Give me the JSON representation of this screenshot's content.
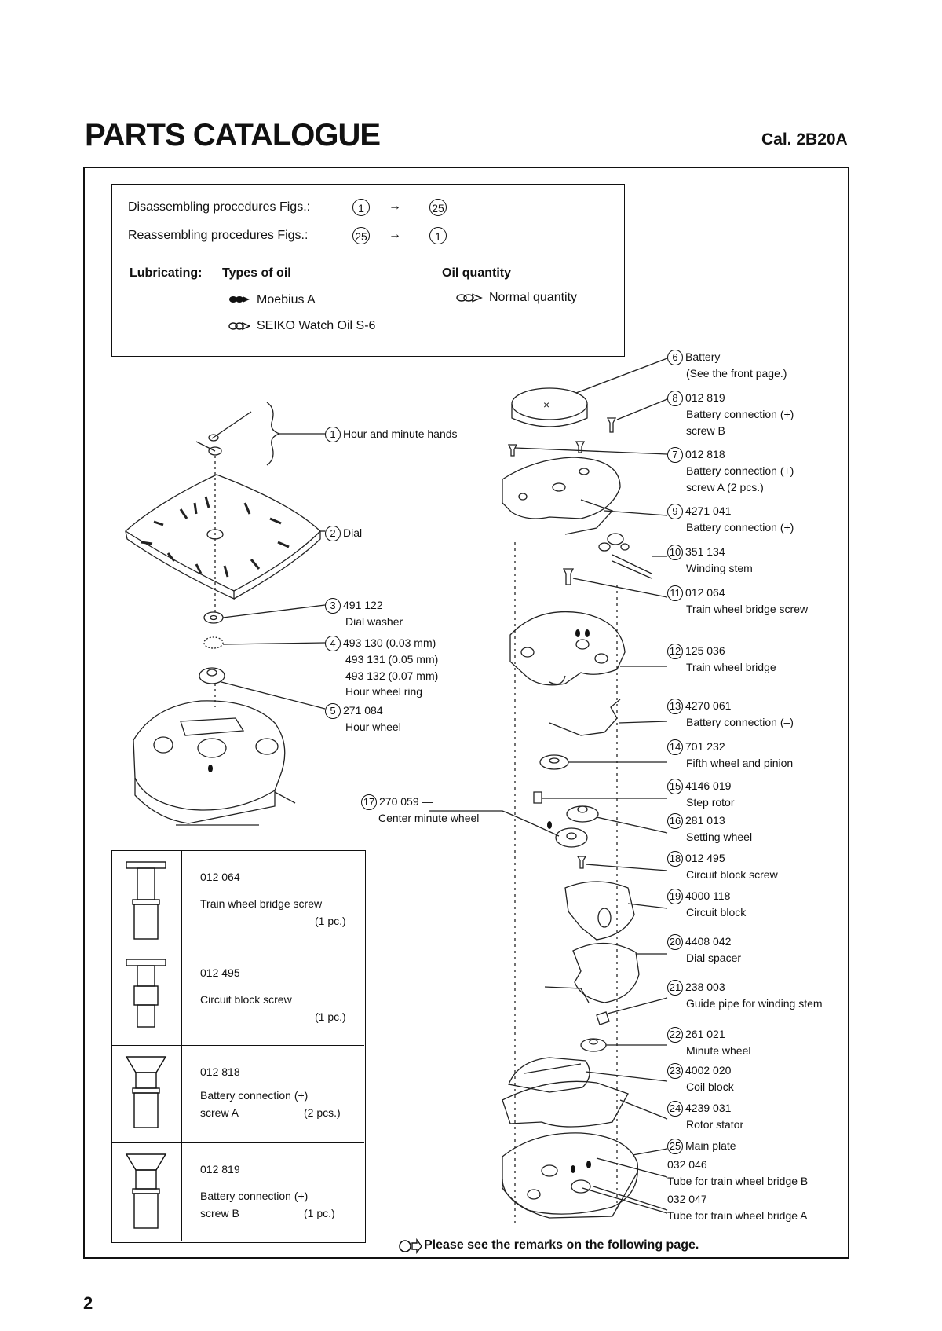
{
  "header": {
    "title": "PARTS CATALOGUE",
    "caliber": "Cal. 2B20A"
  },
  "procedures": {
    "disassembling_label": "Disassembling procedures Figs.:",
    "disassembling_from": "1",
    "disassembling_to": "25",
    "reassembling_label": "Reassembling procedures Figs.:",
    "reassembling_from": "25",
    "reassembling_to": "1",
    "arrow": "→"
  },
  "lubrication": {
    "label": "Lubricating:",
    "types_header": "Types of oil",
    "quantity_header": "Oil quantity",
    "oil_1": "Moebius A",
    "oil_2": "SEIKO Watch Oil S-6",
    "quantity_1": "Normal quantity"
  },
  "parts_left": [
    {
      "no": "1",
      "lines": [
        "Hour and minute hands"
      ]
    },
    {
      "no": "2",
      "lines": [
        "Dial"
      ]
    },
    {
      "no": "3",
      "lines": [
        "491 122",
        "Dial washer"
      ]
    },
    {
      "no": "4",
      "lines": [
        "493 130 (0.03 mm)",
        "493 131 (0.05 mm)",
        "493 132 (0.07 mm)",
        "Hour wheel ring"
      ]
    },
    {
      "no": "5",
      "lines": [
        "271 084",
        "Hour wheel"
      ]
    },
    {
      "no": "17",
      "lines": [
        "270 059",
        "Center minute wheel"
      ]
    }
  ],
  "parts_right": [
    {
      "no": "6",
      "lines": [
        "Battery",
        "(See the front page.)"
      ]
    },
    {
      "no": "8",
      "lines": [
        "012 819",
        "Battery connection (+)",
        "screw B"
      ]
    },
    {
      "no": "7",
      "lines": [
        "012 818",
        "Battery connection (+)",
        "screw A (2 pcs.)"
      ]
    },
    {
      "no": "9",
      "lines": [
        "4271 041",
        "Battery connection (+)"
      ]
    },
    {
      "no": "10",
      "lines": [
        "351 134",
        "Winding stem"
      ]
    },
    {
      "no": "11",
      "lines": [
        "012 064",
        "Train wheel bridge screw"
      ]
    },
    {
      "no": "12",
      "lines": [
        "125 036",
        "Train wheel bridge"
      ]
    },
    {
      "no": "13",
      "lines": [
        "4270 061",
        "Battery connection (–)"
      ]
    },
    {
      "no": "14",
      "lines": [
        "701 232",
        "Fifth wheel and pinion"
      ]
    },
    {
      "no": "15",
      "lines": [
        "4146 019",
        "Step rotor"
      ]
    },
    {
      "no": "16",
      "lines": [
        "281 013",
        "Setting wheel"
      ]
    },
    {
      "no": "18",
      "lines": [
        "012 495",
        "Circuit block screw"
      ]
    },
    {
      "no": "19",
      "lines": [
        "4000 118",
        "Circuit block"
      ]
    },
    {
      "no": "20",
      "lines": [
        "4408 042",
        "Dial spacer"
      ]
    },
    {
      "no": "21",
      "lines": [
        "238 003",
        "Guide pipe for winding stem"
      ]
    },
    {
      "no": "22",
      "lines": [
        "261 021",
        "Minute wheel"
      ]
    },
    {
      "no": "23",
      "lines": [
        "4002 020",
        "Coil block"
      ]
    },
    {
      "no": "24",
      "lines": [
        "4239 031",
        "Rotor stator"
      ]
    },
    {
      "no": "25",
      "lines": [
        "Main plate"
      ]
    }
  ],
  "tubes": [
    {
      "code": "032 046",
      "name": "Tube for train wheel bridge  B"
    },
    {
      "code": "032 047",
      "name": "Tube for train wheel bridge  A"
    }
  ],
  "screw_table": [
    {
      "code": "012 064",
      "name": "Train wheel bridge screw",
      "qty": "(1 pc.)"
    },
    {
      "code": "012 495",
      "name": "Circuit block screw",
      "qty": "(1 pc.)"
    },
    {
      "code": "012 818",
      "name": "Battery connection (+)",
      "name2": "screw A",
      "qty": "(2 pcs.)"
    },
    {
      "code": "012 819",
      "name": "Battery connection (+)",
      "name2": "screw B",
      "qty": "(1 pc.)"
    }
  ],
  "remark": "Please see the remarks on the following page.",
  "page_number": "2"
}
